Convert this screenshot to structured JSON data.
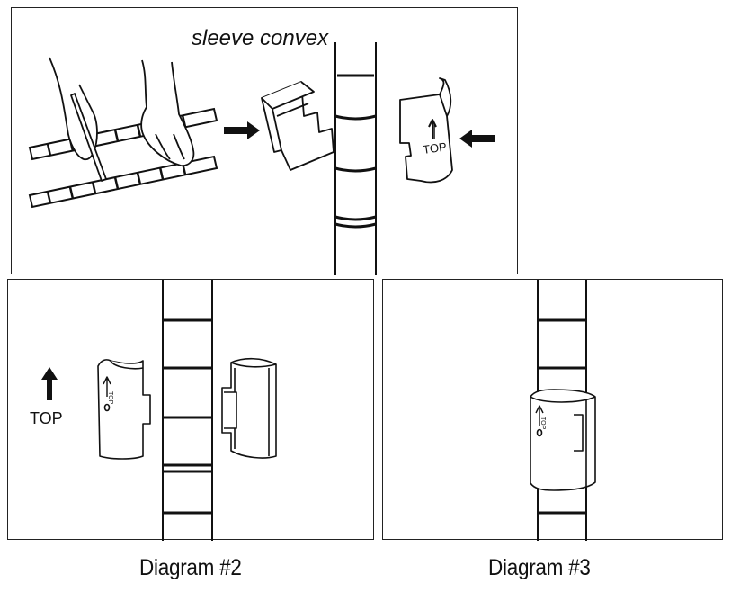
{
  "panel1": {
    "label": "sleeve convex",
    "sleeve_top_text": "TOP"
  },
  "panel2": {
    "top_text": "TOP",
    "sleeve_top_text": "TOP"
  },
  "panel3": {
    "sleeve_top_text": "TOP"
  },
  "captions": {
    "diagram2": "Diagram #2",
    "diagram3": "Diagram #3"
  }
}
